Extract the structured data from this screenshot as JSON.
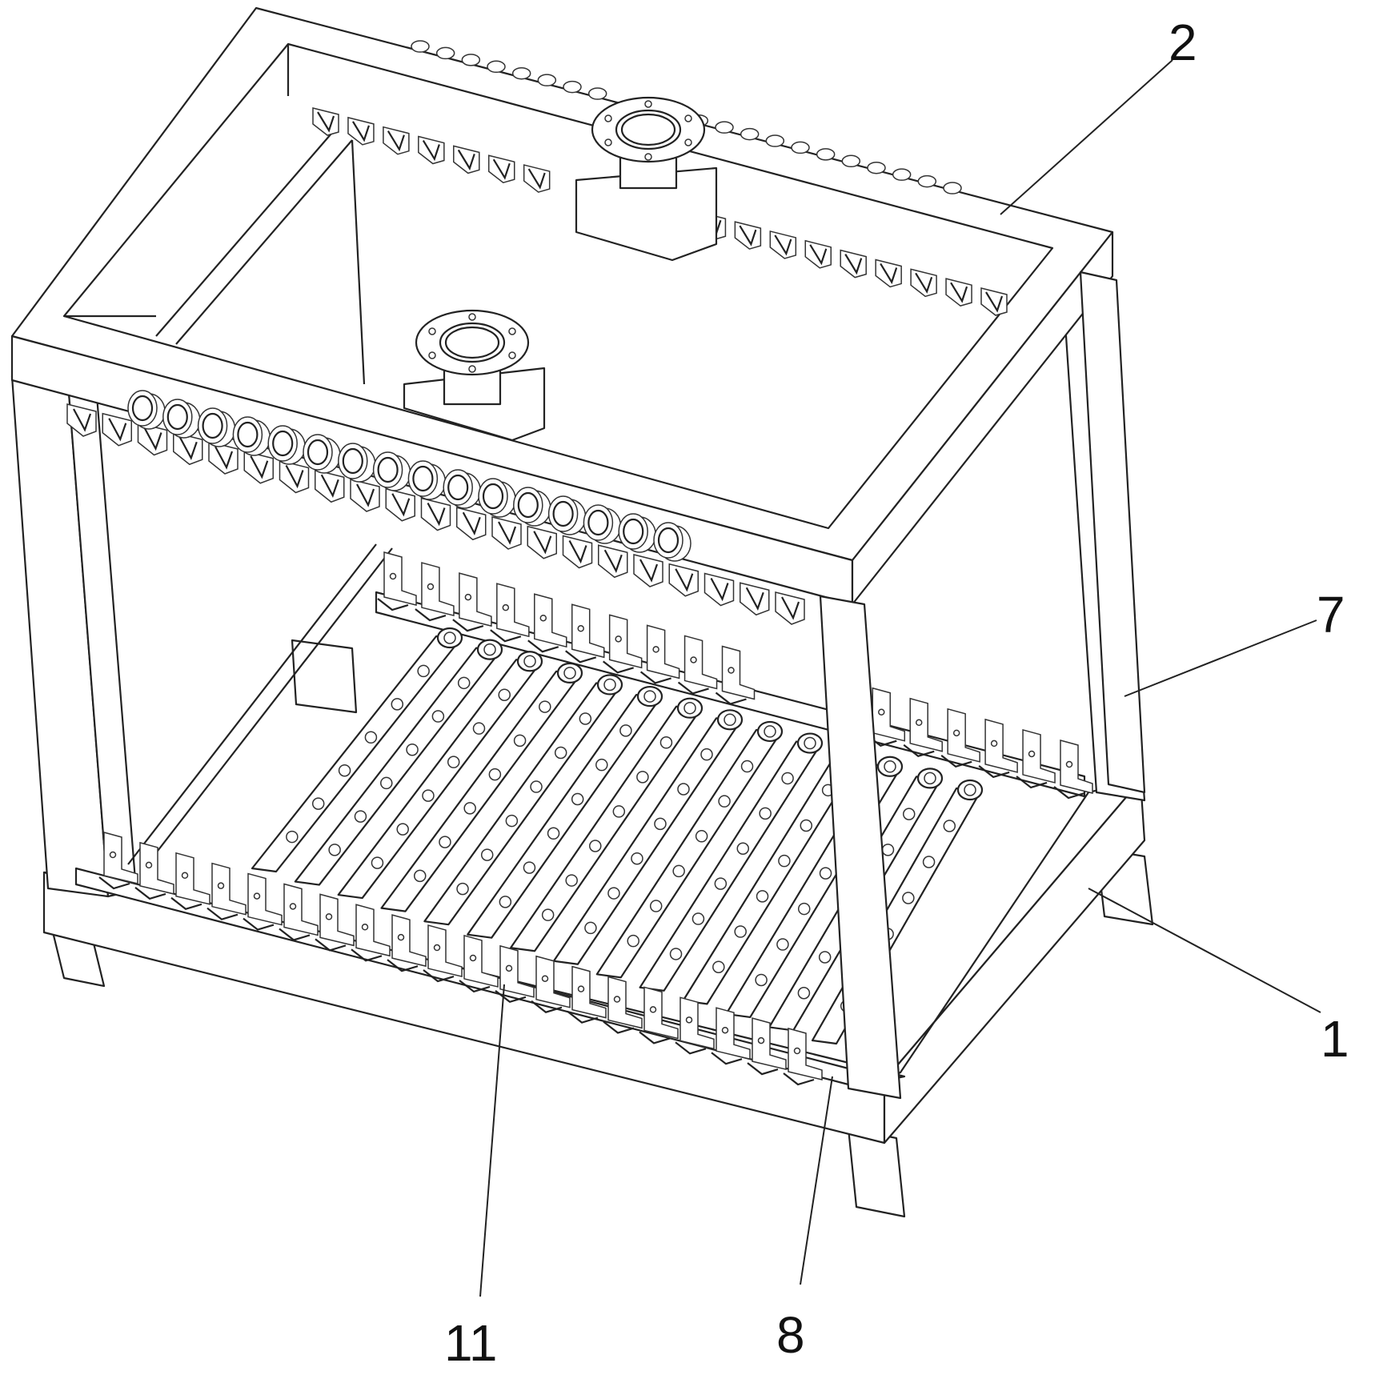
{
  "figure": {
    "labels": [
      {
        "id": "ref-2",
        "text": "2"
      },
      {
        "id": "ref-7",
        "text": "7"
      },
      {
        "id": "ref-1",
        "text": "1"
      },
      {
        "id": "ref-11",
        "text": "11"
      },
      {
        "id": "ref-8",
        "text": "8"
      }
    ]
  }
}
